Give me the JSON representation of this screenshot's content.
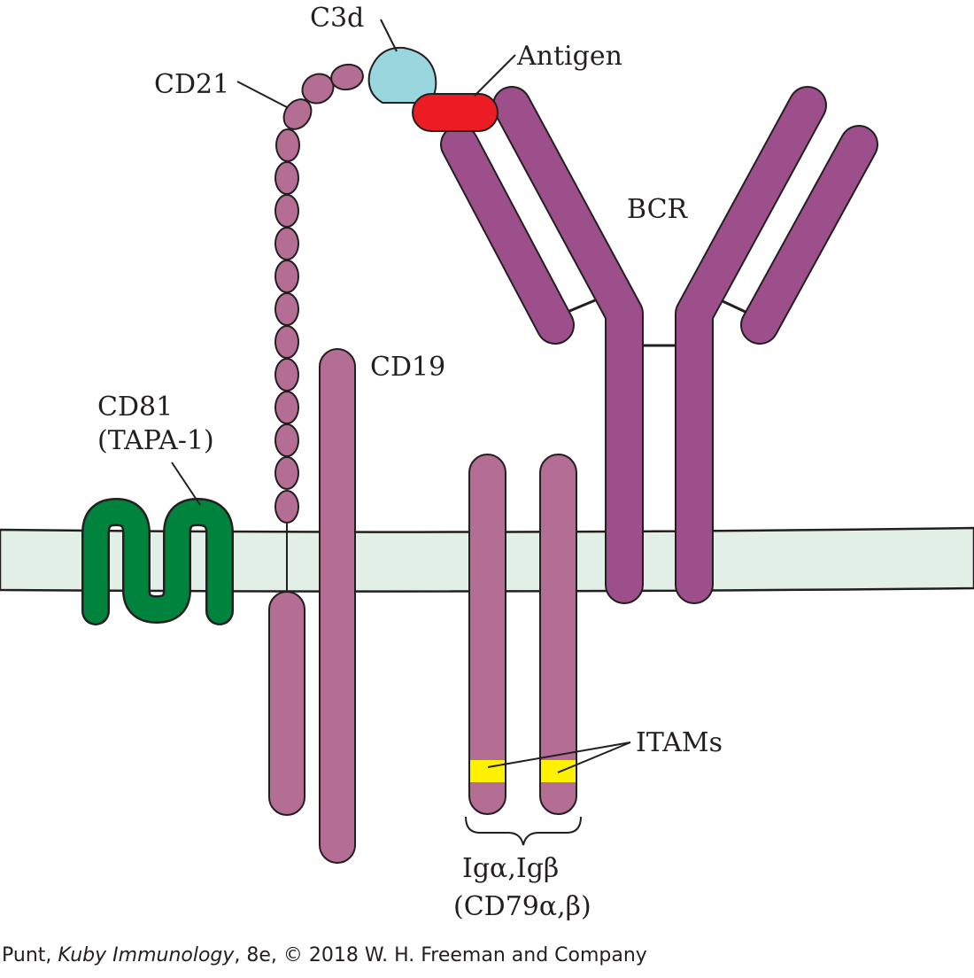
{
  "labels": {
    "c3d": "C3d",
    "antigen": "Antigen",
    "cd21": "CD21",
    "bcr": "BCR",
    "cd19": "CD19",
    "cd81_line1": "CD81",
    "cd81_line2": "(TAPA-1)",
    "itams": "ITAMs",
    "ig_line1": "Igα,Igβ",
    "ig_line2": "(CD79α,β)"
  },
  "credit": {
    "author": "Punt, ",
    "book": "Kuby Immunology",
    "rest": ", 8e, © 2018 W. H. Freeman and Company"
  },
  "colors": {
    "membrane": "#e2efe6",
    "mauve": "#b46e93",
    "purple": "#9c4f8b",
    "green": "#00843d",
    "c3d": "#99d6dd",
    "antigen": "#ec1c24",
    "itam": "#fff200",
    "outline": "#231f20"
  }
}
